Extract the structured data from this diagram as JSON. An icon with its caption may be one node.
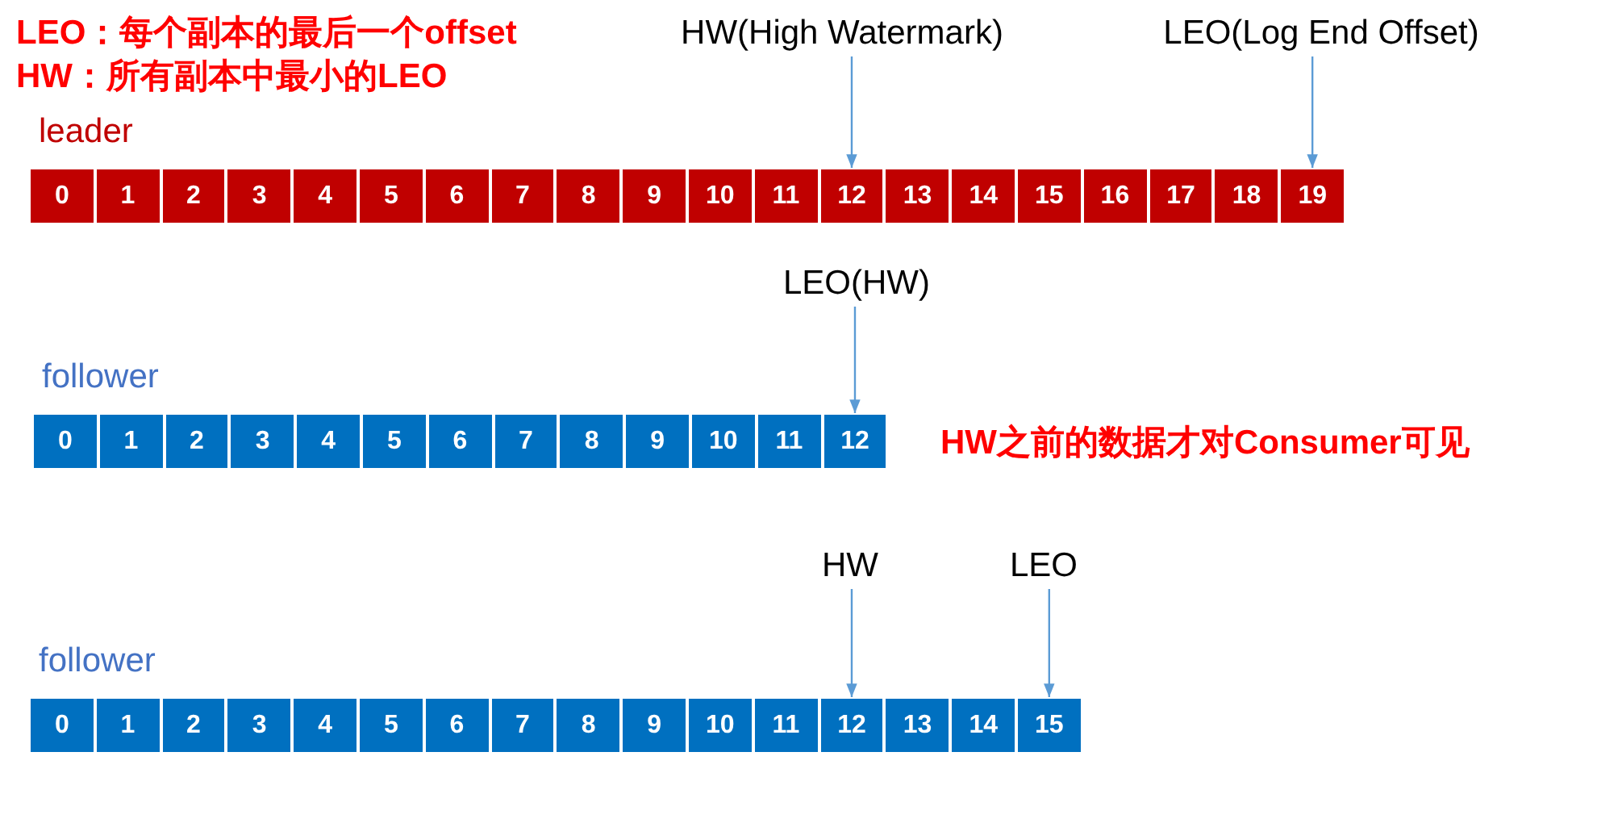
{
  "diagram": {
    "nodes": [
      {
        "text": [
          "HW(High Watermark)"
        ]
      },
      {
        "text": [
          "LEO(Log End Offset)"
        ]
      },
      {
        "text": [
          "leader"
        ]
      },
      {
        "text": [
          "0"
        ],
        "in": 2
      },
      {
        "text": [
          "1"
        ],
        "in": 2
      },
      {
        "text": [
          "2"
        ],
        "in": 2
      },
      {
        "text": [
          "3"
        ],
        "in": 2
      },
      {
        "text": [
          "4"
        ],
        "in": 2
      },
      {
        "text": [
          "5"
        ],
        "in": 2
      },
      {
        "text": [
          "6"
        ],
        "in": 2
      },
      {
        "text": [
          "7"
        ],
        "in": 2
      },
      {
        "text": [
          "8"
        ],
        "in": 2
      },
      {
        "text": [
          "9"
        ],
        "in": 2
      },
      {
        "text": [
          "10"
        ],
        "in": 2
      },
      {
        "text": [
          "11"
        ],
        "in": 2
      },
      {
        "text": [
          "12"
        ],
        "in": 2
      },
      {
        "text": [
          "13"
        ],
        "in": 2
      },
      {
        "text": [
          "14"
        ],
        "in": 2
      },
      {
        "text": [
          "15"
        ],
        "in": 2
      },
      {
        "text": [
          "16"
        ],
        "in": 2
      },
      {
        "text": [
          "17"
        ],
        "in": 2
      },
      {
        "text": [
          "18"
        ],
        "in": 2
      },
      {
        "text": [
          "19"
        ],
        "in": 2
      },
      {
        "text": [
          "LEO(HW)"
        ]
      },
      {
        "text": [
          "follower"
        ]
      },
      {
        "text": [
          "0"
        ],
        "in": 24
      },
      {
        "text": [
          "1"
        ],
        "in": 24
      },
      {
        "text": [
          "2"
        ],
        "in": 24
      },
      {
        "text": [
          "3"
        ],
        "in": 24
      },
      {
        "text": [
          "4"
        ],
        "in": 24
      },
      {
        "text": [
          "5"
        ],
        "in": 24
      },
      {
        "text": [
          "6"
        ],
        "in": 24
      },
      {
        "text": [
          "7"
        ],
        "in": 24
      },
      {
        "text": [
          "8"
        ],
        "in": 24
      },
      {
        "text": [
          "9"
        ],
        "in": 24
      },
      {
        "text": [
          "10"
        ],
        "in": 24
      },
      {
        "text": [
          "11"
        ],
        "in": 24
      },
      {
        "text": [
          "12"
        ],
        "in": 24
      },
      {
        "text": [
          "HW"
        ]
      },
      {
        "text": [
          "LEO"
        ]
      },
      {
        "text": [
          "follower"
        ]
      },
      {
        "text": [
          "0"
        ],
        "in": 40
      },
      {
        "text": [
          "1"
        ],
        "in": 40
      },
      {
        "text": [
          "2"
        ],
        "in": 40
      },
      {
        "text": [
          "3"
        ],
        "in": 40
      },
      {
        "text": [
          "4"
        ],
        "in": 40
      },
      {
        "text": [
          "5"
        ],
        "in": 40
      },
      {
        "text": [
          "6"
        ],
        "in": 40
      },
      {
        "text": [
          "7"
        ],
        "in": 40
      },
      {
        "text": [
          "8"
        ],
        "in": 40
      },
      {
        "text": [
          "9"
        ],
        "in": 40
      },
      {
        "text": [
          "10"
        ],
        "in": 40
      },
      {
        "text": [
          "11"
        ],
        "in": 40
      },
      {
        "text": [
          "12"
        ],
        "in": 40
      },
      {
        "text": [
          "13"
        ],
        "in": 40
      },
      {
        "text": [
          "14"
        ],
        "in": 40
      },
      {
        "text": [
          "15"
        ],
        "in": 40
      }
    ],
    "edges": [
      {
        "from": 0,
        "to": 15,
        "arrow": "to"
      },
      {
        "from": 1,
        "to": 22,
        "arrow": "to"
      },
      {
        "from": 23,
        "to": 37,
        "arrow": "to"
      },
      {
        "from": 38,
        "to": 53,
        "arrow": "to"
      },
      {
        "from": 39,
        "to": 56,
        "arrow": "to"
      }
    ],
    "labels": [
      "LEO：每个副本的最后一个offset",
      "HW：所有副本中最小的LEO",
      "HW之前的数据才对Consumer可见"
    ]
  }
}
